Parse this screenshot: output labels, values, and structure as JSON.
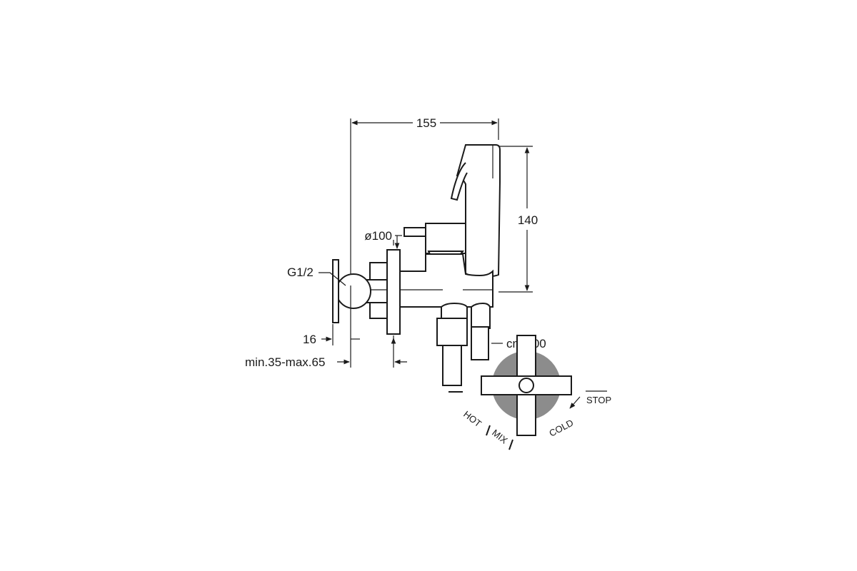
{
  "dimensions": {
    "width_155": "155",
    "height_140": "140",
    "diameter_100": "ø100",
    "thread": "G1/2",
    "depth_16": "16",
    "wall_range": "min.35-max.65",
    "height_100": "cm.100"
  },
  "handle_positions": {
    "hot": "HOT",
    "mix": "MIX",
    "cold": "COLD",
    "stop": "STOP"
  },
  "colors": {
    "line": "#1a1a1a",
    "sector_gray": "#8c8c8c",
    "background": "#ffffff"
  }
}
